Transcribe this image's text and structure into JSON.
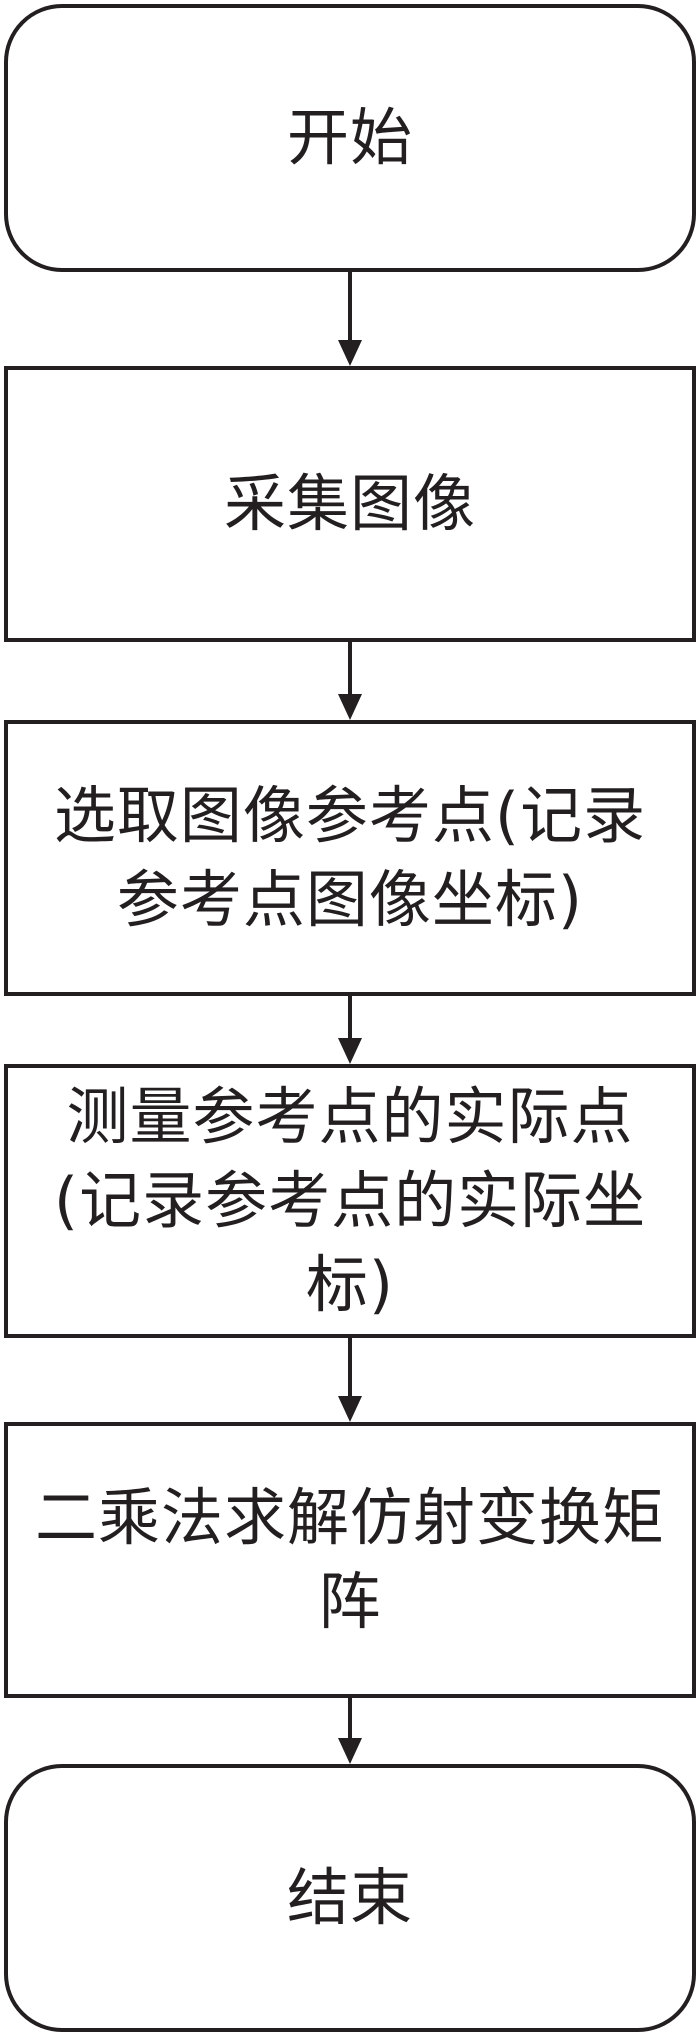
{
  "flowchart": {
    "nodes": [
      {
        "id": "start",
        "label": "开始"
      },
      {
        "id": "acquire-image",
        "label": "采集图像"
      },
      {
        "id": "select-reference-points",
        "label": "选取图像参考点(记录参考点图像坐标)"
      },
      {
        "id": "measure-actual-points",
        "label": "测量参考点的实际点(记录参考点的实际坐标)"
      },
      {
        "id": "solve-affine-matrix",
        "label": "二乘法求解仿射变换矩阵"
      },
      {
        "id": "end",
        "label": "结束"
      }
    ]
  }
}
